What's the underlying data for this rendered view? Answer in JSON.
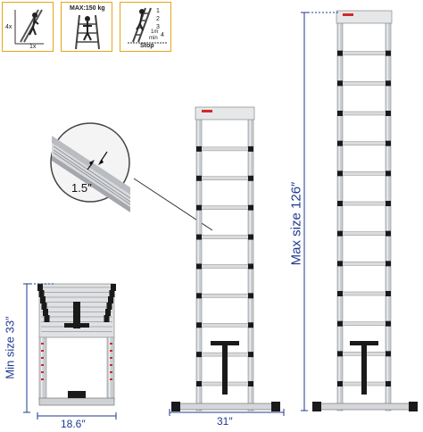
{
  "icons": {
    "ratio_vertical": "4x",
    "ratio_horizontal": "1x",
    "max_load": "MAX:150 kg",
    "step_numbers": [
      "1",
      "2",
      "3",
      "4"
    ],
    "min_height_line1": "1m",
    "min_height_line2": "min",
    "stop_label": "Stop"
  },
  "callout": {
    "rail_width": "1.5″"
  },
  "dimensions": {
    "min_size": "Min size 33″",
    "folded_width": "18.6″",
    "base_width": "31″",
    "max_size": "Max size 126″"
  },
  "colors": {
    "dimension_text": "#1f3a8f",
    "icon_border": "#e3a51b",
    "aluminum": "#c9ccd0",
    "accent_red": "#d02a2a",
    "black_parts": "#1a1a1a"
  }
}
